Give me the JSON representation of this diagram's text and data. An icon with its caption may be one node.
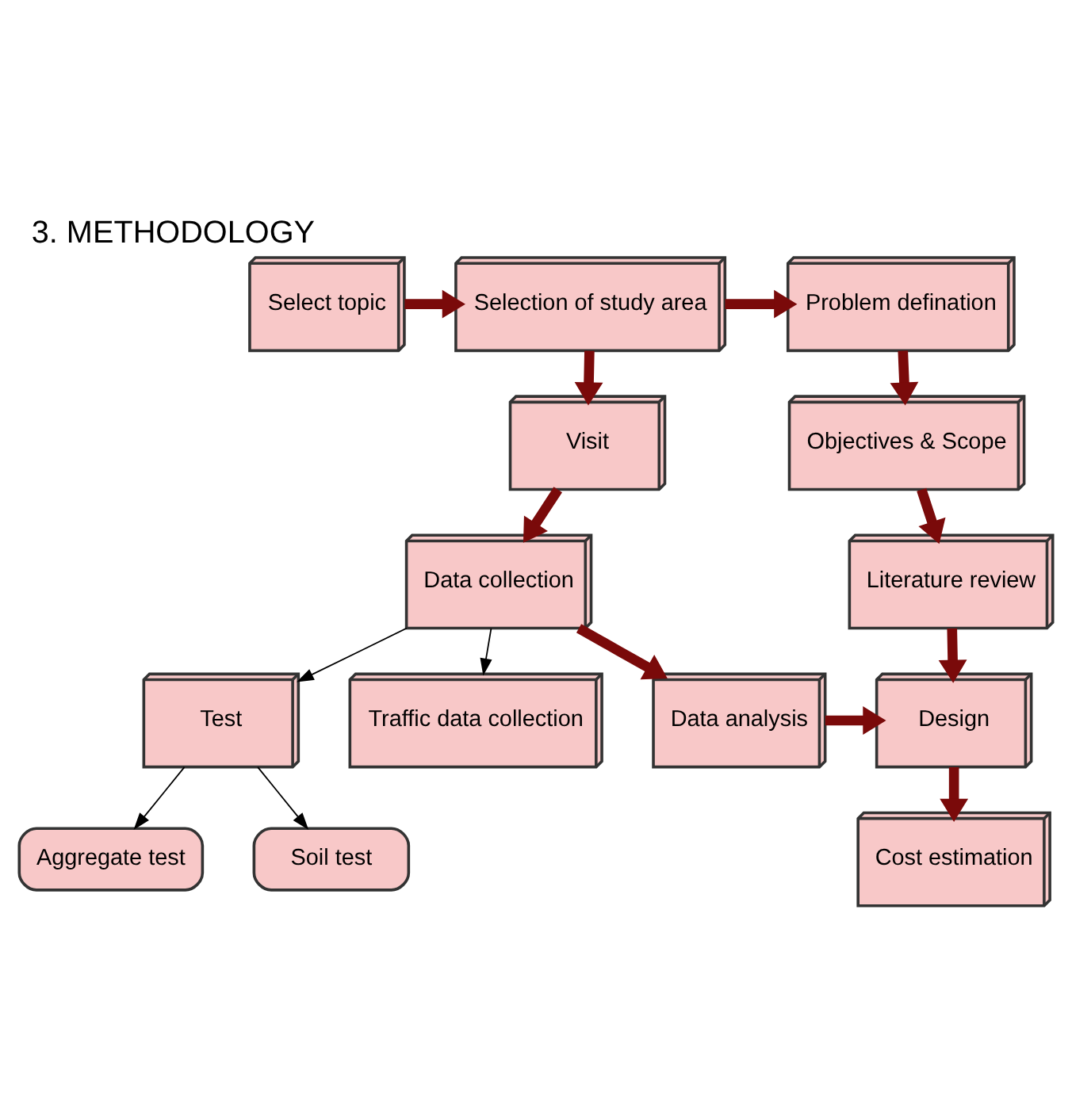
{
  "diagram": {
    "title": "3. METHODOLOGY",
    "nodes": [
      {
        "text": [
          "Select topic"
        ]
      },
      {
        "text": [
          "Selection of study area"
        ]
      },
      {
        "text": [
          "Problem defination"
        ]
      },
      {
        "text": [
          "Aggregate test"
        ]
      },
      {
        "text": [
          "Soil test"
        ]
      },
      {
        "text": [
          "Visit"
        ]
      },
      {
        "text": [
          "Objectives & Scope"
        ]
      },
      {
        "text": [
          "Test"
        ]
      },
      {
        "text": [
          "Data collection"
        ]
      },
      {
        "text": [
          "Literature review"
        ]
      },
      {
        "text": [
          "Traffic data collection"
        ]
      },
      {
        "text": [
          "Data analysis"
        ]
      },
      {
        "text": [
          "Design"
        ]
      },
      {
        "text": [
          "Cost estimation"
        ]
      }
    ],
    "edges": [
      {
        "from": 0,
        "to": 1,
        "arrow": "to"
      },
      {
        "from": 1,
        "to": 2,
        "arrow": "to"
      },
      {
        "from": 1,
        "to": 5,
        "arrow": "to"
      },
      {
        "from": 2,
        "to": 6,
        "arrow": "to"
      },
      {
        "from": 7,
        "to": 3,
        "arrow": "to",
        "color": "#000000"
      },
      {
        "from": 7,
        "to": 4,
        "arrow": "to",
        "color": "#000000"
      },
      {
        "from": 5,
        "to": 8,
        "arrow": "to"
      },
      {
        "from": 6,
        "to": 9,
        "arrow": "to"
      },
      {
        "from": 8,
        "to": 7,
        "arrow": "to",
        "color": "#000000"
      },
      {
        "from": 8,
        "to": 10,
        "arrow": "to",
        "color": "#000000"
      },
      {
        "from": 8,
        "to": 11,
        "arrow": "to"
      },
      {
        "from": 9,
        "to": 12,
        "arrow": "to"
      },
      {
        "from": 11,
        "to": 12,
        "arrow": "to"
      },
      {
        "from": 12,
        "to": 13,
        "arrow": "to"
      }
    ]
  }
}
